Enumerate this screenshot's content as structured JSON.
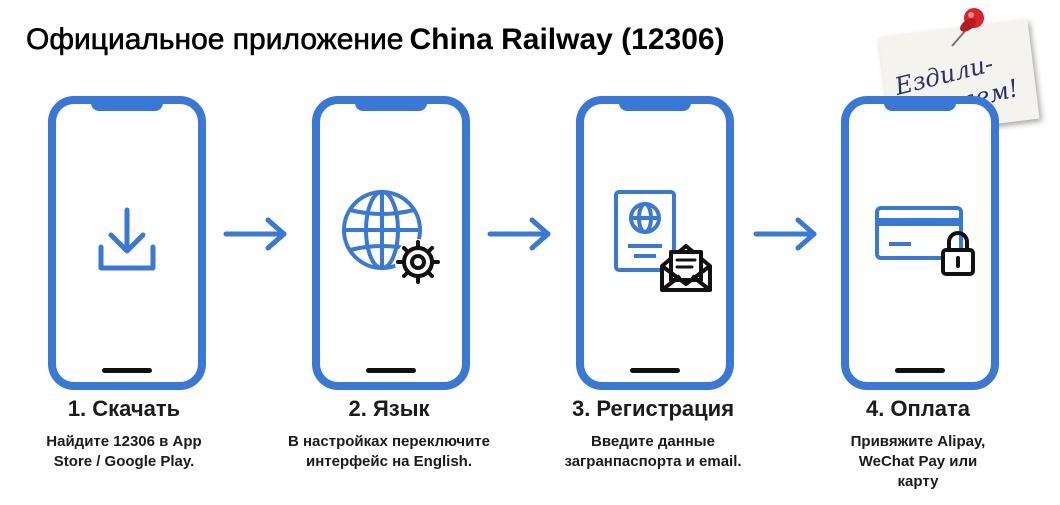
{
  "title": {
    "part1": "Официальное приложение",
    "part2": "China Railway (12306)"
  },
  "sticker": {
    "line1": "Ездили-",
    "line2": "Знаем!"
  },
  "steps": [
    {
      "title": "1. Скачать",
      "desc": [
        "Найдите 12306 в App",
        "Store / Google Play."
      ],
      "icon": "download-icon"
    },
    {
      "title": "2. Язык",
      "desc": [
        "В настройках переключите",
        "интерфейс на English."
      ],
      "icon": "globe-gear-icon"
    },
    {
      "title": "3. Регистрация",
      "desc": [
        "Введите данные",
        "загранпаспорта и email."
      ],
      "icon": "passport-envelope-icon"
    },
    {
      "title": "4. Оплата",
      "desc": [
        "Привяжите Alipay,",
        "WeChat Pay или",
        "карту"
      ],
      "icon": "card-lock-icon"
    }
  ],
  "colors": {
    "accent": "#3a78d6",
    "text": "#1b1b1b",
    "pin": "#d8242a"
  }
}
